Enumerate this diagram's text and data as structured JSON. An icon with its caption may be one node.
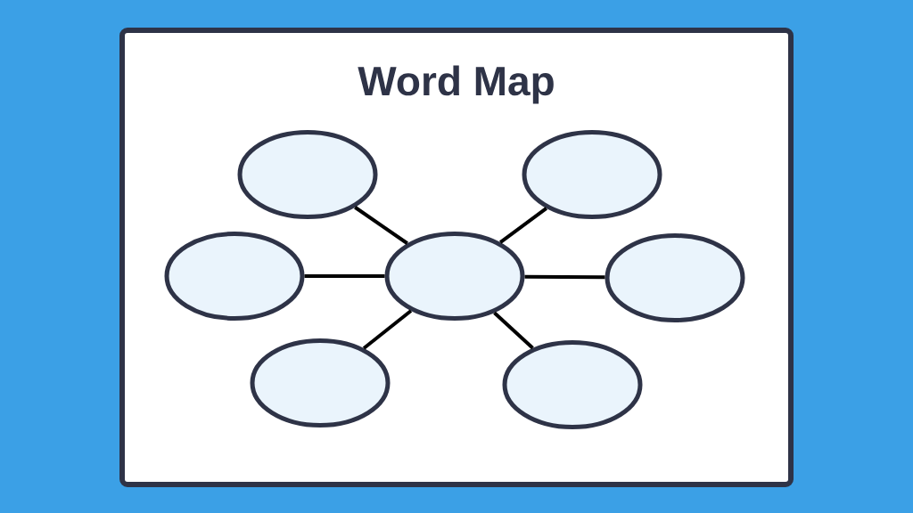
{
  "diagram": {
    "title": "Word Map",
    "nodes": [
      {
        "text": [],
        "shape": "ellipse"
      },
      {
        "text": [],
        "shape": "ellipse"
      },
      {
        "text": [],
        "shape": "ellipse"
      },
      {
        "text": [],
        "shape": "ellipse"
      },
      {
        "text": [],
        "shape": "ellipse"
      },
      {
        "text": [],
        "shape": "ellipse"
      },
      {
        "text": [],
        "shape": "ellipse"
      }
    ],
    "edges": [
      {
        "from": 3,
        "to": 0,
        "arrow": "none"
      },
      {
        "from": 3,
        "to": 1,
        "arrow": "none"
      },
      {
        "from": 3,
        "to": 2,
        "arrow": "none"
      },
      {
        "from": 3,
        "to": 4,
        "arrow": "none"
      },
      {
        "from": 3,
        "to": 5,
        "arrow": "none"
      },
      {
        "from": 3,
        "to": 6,
        "arrow": "none"
      }
    ]
  }
}
